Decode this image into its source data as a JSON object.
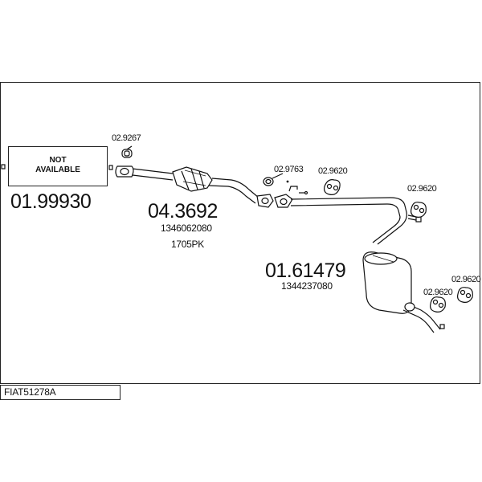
{
  "diagram": {
    "footer_code": "FIAT51278A",
    "not_available_text": "NOT\nAVAILABLE",
    "parts": [
      {
        "code": "01.99930"
      },
      {
        "code": "04.3692",
        "refs": [
          "1346062080",
          "1705PK"
        ]
      },
      {
        "code": "01.61479",
        "refs": [
          "1344237080"
        ]
      }
    ],
    "callouts": [
      "02.9267",
      "02.9763",
      "02.9620",
      "02.9620",
      "02.9620",
      "02.9620"
    ]
  }
}
